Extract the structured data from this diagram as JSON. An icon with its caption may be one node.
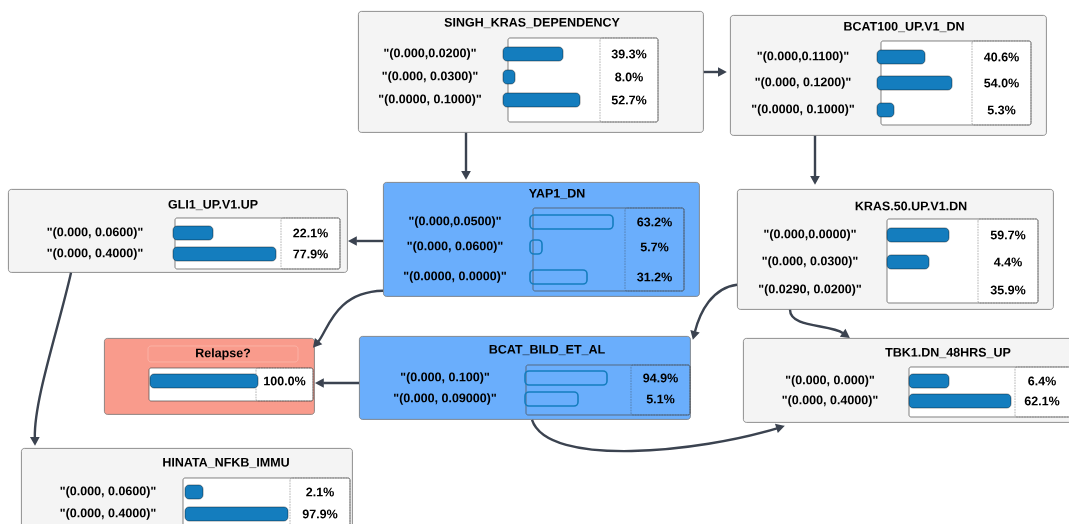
{
  "diagram": {
    "nodes": [
      {
        "text": [
          "SINGH_KRAS_DEPENDENCY",
          "\"(0.000,0.0200)\"",
          "\"(0.000, 0.0300)\"",
          "\"(0.0000, 0.1000)\"",
          "39.3%",
          "8.0%",
          "52.7%"
        ]
      },
      {
        "text": [
          "BCAT100_UP.V1_DN",
          "\"(0.000,0.1100)\"",
          "\"(0.000, 0.1200)\"",
          "\"(0.0000, 0.1000)\"",
          "40.6%",
          "54.0%",
          "5.3%"
        ]
      },
      {
        "text": [
          "GLI1_UP.V1.UP",
          "\"(0.000, 0.0600)\"",
          "\"(0.000, 0.4000)\"",
          "22.1%",
          "77.9%"
        ]
      },
      {
        "text": [
          "YAP1_DN",
          "\"(0.000,0.0500)\"",
          "\"(0.000, 0.0600)\"",
          "\"(0.0000, 0.0000)\"",
          "63.2%",
          "5.7%",
          "31.2%"
        ]
      },
      {
        "text": [
          "KRAS.50.UP.V1.DN",
          "\"(0.000,0.0000)\"",
          "\"(0.000, 0.0300)\"",
          "\"(0.0290, 0.0200)\"",
          "59.7%",
          "4.4%",
          "35.9%"
        ]
      },
      {
        "text": [
          "Relapse?",
          "100.0%"
        ]
      },
      {
        "text": [
          "BCAT_BILD_ET_AL",
          "\"(0.000, 0.100)\"",
          "\"(0.000, 0.09000)\"",
          "94.9%",
          "5.1%"
        ]
      },
      {
        "text": [
          "TBK1.DN_48HRS_UP",
          "\"(0.000, 0.000)\"",
          "\"(0.000, 0.4000)\"",
          "6.4%",
          "62.1%"
        ]
      },
      {
        "text": [
          "HINATA_NFKB_IMMU",
          "\"(0.000, 0.0600)\"",
          "\"(0.000, 0.4000)\"",
          "2.1%",
          "97.9%"
        ]
      }
    ],
    "edges": [
      {
        "from": 0,
        "to": 1,
        "arrow": "to"
      },
      {
        "from": 0,
        "to": 3,
        "arrow": "to"
      },
      {
        "from": 1,
        "to": 4,
        "arrow": "to"
      },
      {
        "from": 3,
        "to": 2,
        "arrow": "to"
      },
      {
        "from": 3,
        "to": 5,
        "arrow": "to"
      },
      {
        "from": 4,
        "to": 6,
        "arrow": "to"
      },
      {
        "from": 4,
        "to": 7,
        "arrow": "to"
      },
      {
        "from": 6,
        "to": 5,
        "arrow": "to"
      },
      {
        "from": 6,
        "to": 7,
        "arrow": "to"
      },
      {
        "from": 2,
        "to": 8,
        "arrow": "to"
      }
    ]
  }
}
